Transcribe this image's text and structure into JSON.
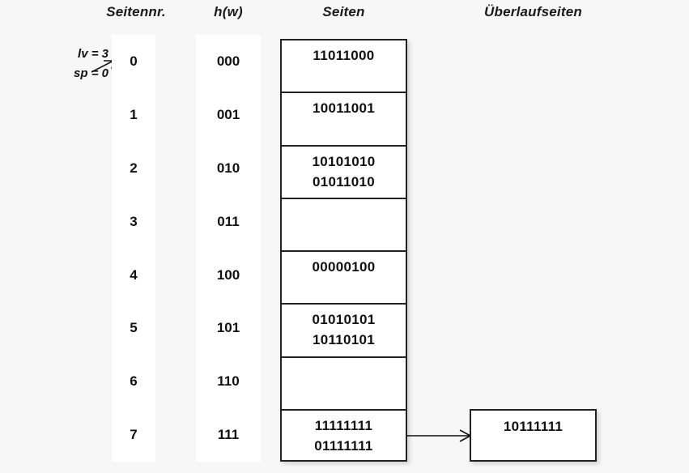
{
  "headers": {
    "seitennr": "Seitennr.",
    "hw": "h(w)",
    "seiten": "Seiten",
    "ueberlaufseiten": "Überlaufseiten"
  },
  "annotation": {
    "lv": "lv = 3",
    "sp": "sp = 0",
    "arrow_icon": "arrow-up-right-icon",
    "points_to_row": 0
  },
  "colors": {
    "background": "#f7f7f7",
    "box_background": "#ffffff",
    "border": "#222222",
    "text": "#111111"
  },
  "rows": [
    {
      "seitennr": "0",
      "hw": "000",
      "page_lines": [
        "11011000"
      ]
    },
    {
      "seitennr": "1",
      "hw": "001",
      "page_lines": [
        "10011001"
      ]
    },
    {
      "seitennr": "2",
      "hw": "010",
      "page_lines": [
        "10101010",
        "01011010"
      ]
    },
    {
      "seitennr": "3",
      "hw": "011",
      "page_lines": []
    },
    {
      "seitennr": "4",
      "hw": "100",
      "page_lines": [
        "00000100"
      ]
    },
    {
      "seitennr": "5",
      "hw": "101",
      "page_lines": [
        "01010101",
        "10110101"
      ]
    },
    {
      "seitennr": "6",
      "hw": "110",
      "page_lines": []
    },
    {
      "seitennr": "7",
      "hw": "111",
      "page_lines": [
        "11111111",
        "01111111"
      ]
    }
  ],
  "overflow": {
    "from_row": 7,
    "arrow_icon": "arrow-right-icon",
    "lines": [
      "10111111"
    ]
  }
}
